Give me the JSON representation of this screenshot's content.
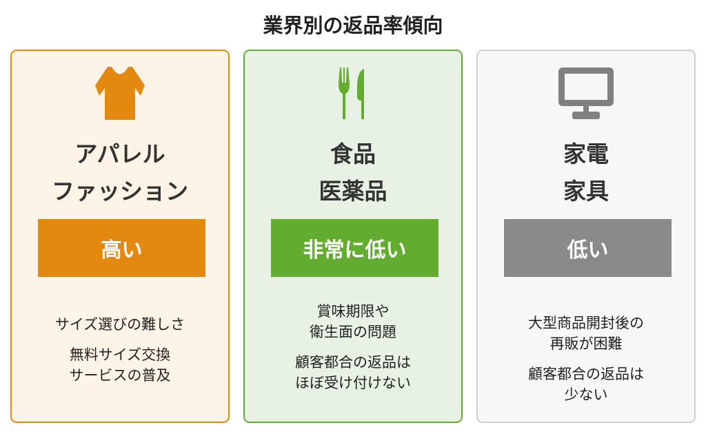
{
  "title": "業界別の返品率傾向",
  "cards": [
    {
      "icon": "t-shirt-icon",
      "title": [
        "アパレル",
        "ファッション"
      ],
      "badge": "高い",
      "desc": [
        [
          "サイズ選びの難しさ"
        ],
        [
          "無料サイズ交換",
          "サービスの普及"
        ]
      ],
      "color": "#e3890f",
      "bg": "#fdf3e6"
    },
    {
      "icon": "fork-knife-icon",
      "title": [
        "食品",
        "医薬品"
      ],
      "badge": "非常に低い",
      "desc": [
        [
          "賞味期限や",
          "衛生面の問題"
        ],
        [
          "顧客都合の返品は",
          "ほぼ受け付けない"
        ]
      ],
      "color": "#62ac30",
      "bg": "#e7f2e5"
    },
    {
      "icon": "monitor-icon",
      "title": [
        "家電",
        "家具"
      ],
      "badge": "低い",
      "desc": [
        [
          "大型商品開封後の",
          "再販が困難"
        ],
        [
          "顧客都合の返品は",
          "少ない"
        ]
      ],
      "color": "#8a8a8a",
      "bg": "#f7f7f7"
    }
  ]
}
